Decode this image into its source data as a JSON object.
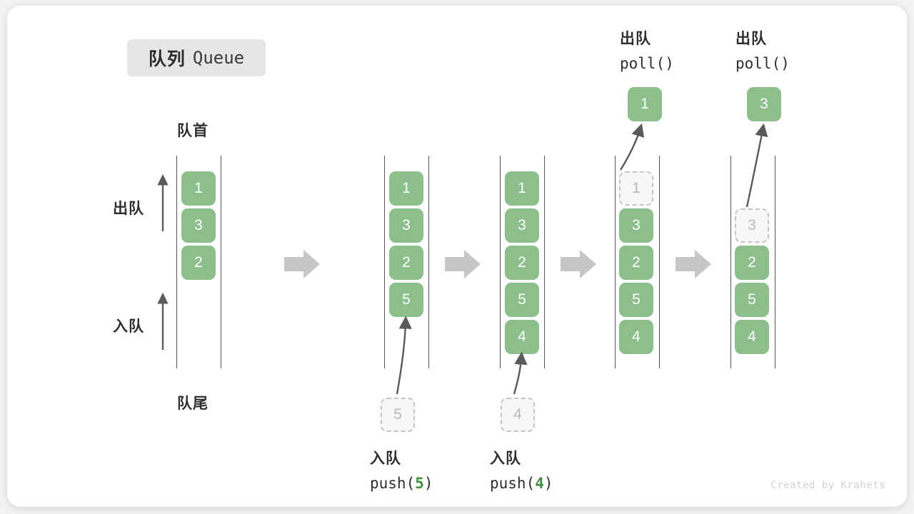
{
  "title": {
    "cn": "队列",
    "en": "Queue"
  },
  "labels": {
    "head": "队首",
    "tail": "队尾",
    "dequeue": "出队",
    "enqueue": "入队"
  },
  "operations": {
    "push5": {
      "cn": "入队",
      "call_prefix": "push(",
      "arg": "5",
      "call_suffix": ")"
    },
    "push4": {
      "cn": "入队",
      "call_prefix": "push(",
      "arg": "4",
      "call_suffix": ")"
    },
    "poll1": {
      "cn": "出队",
      "call": "poll()"
    },
    "poll2": {
      "cn": "出队",
      "call": "poll()"
    }
  },
  "columns": [
    {
      "name": "initial",
      "items": [
        "1",
        "3",
        "2"
      ]
    },
    {
      "name": "after-push-5",
      "items": [
        "1",
        "3",
        "2",
        "5"
      ]
    },
    {
      "name": "after-push-4",
      "items": [
        "1",
        "3",
        "2",
        "5",
        "4"
      ]
    },
    {
      "name": "poll-first",
      "items": [
        "1",
        "3",
        "2",
        "5",
        "4"
      ],
      "ghost_index": 0
    },
    {
      "name": "poll-second",
      "items": [
        "3",
        "2",
        "5",
        "4"
      ],
      "ghost_index": 0
    }
  ],
  "ghost_inputs": {
    "push5": "5",
    "push4": "4"
  },
  "ejected": {
    "poll1": "1",
    "poll2": "3"
  },
  "watermark": "Created by Krahets",
  "colors": {
    "element": "#8cbf8c",
    "ghost_fill": "#f7f7f7",
    "ghost_border": "#c4c4c4",
    "arrow": "#c6c6c6",
    "pill": "#e6e6e6",
    "text": "#2e2e2e",
    "accent": "#3f8f3f"
  }
}
